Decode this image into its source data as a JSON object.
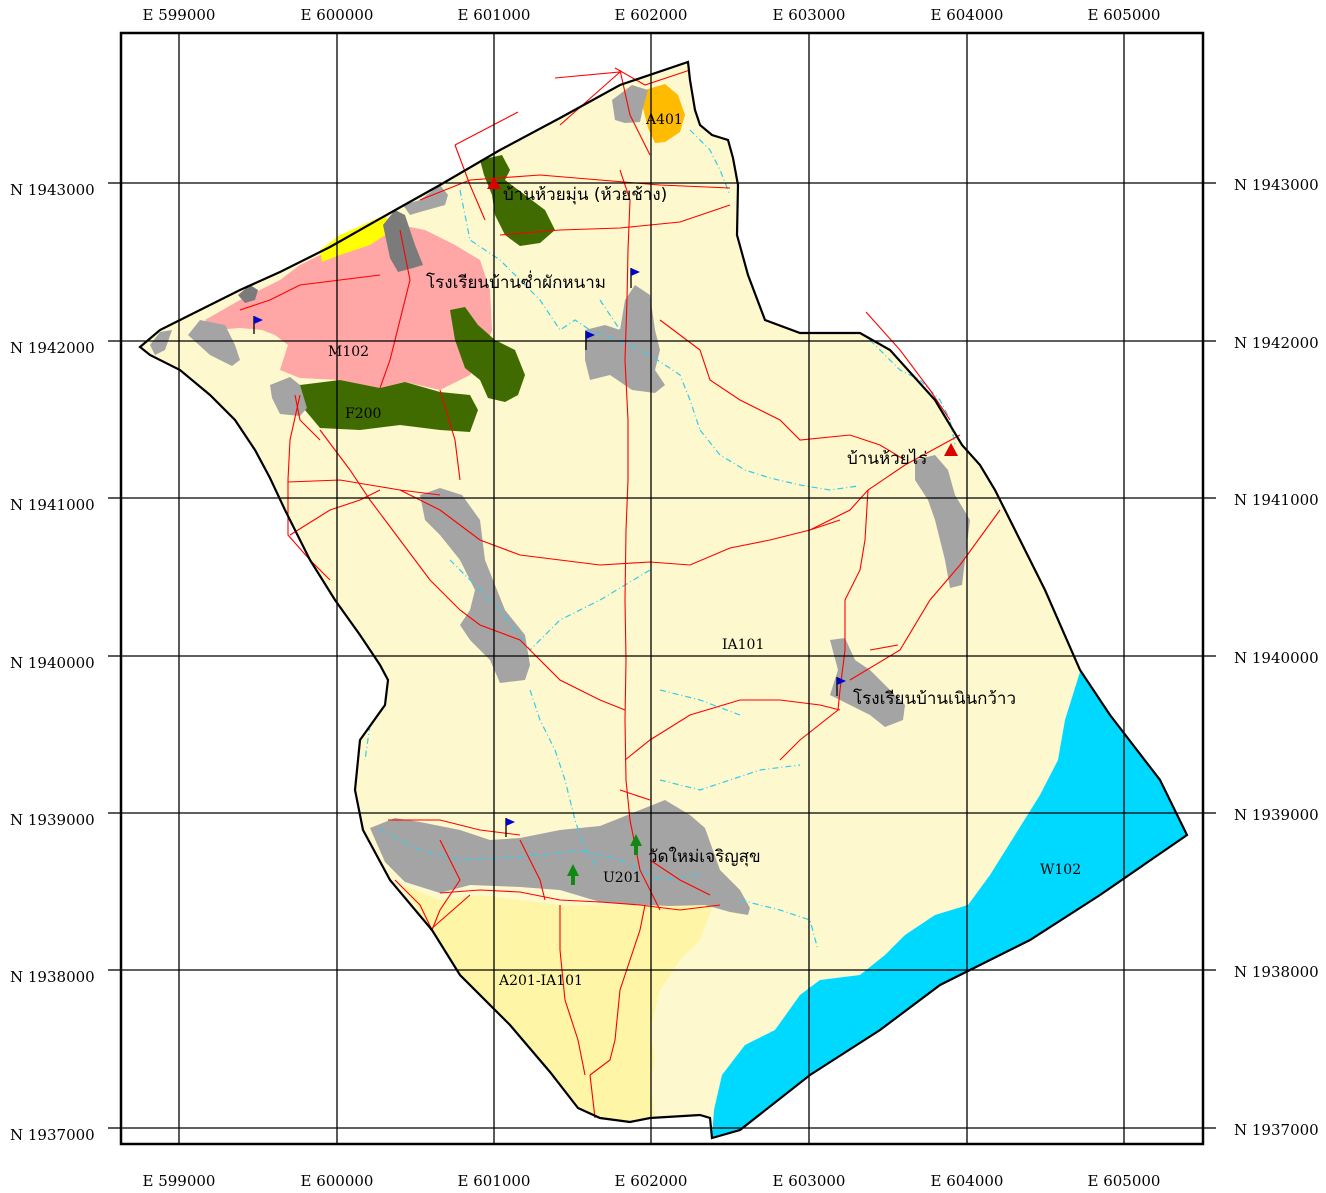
{
  "grid": {
    "easting_labels": [
      "E 599000",
      "E 600000",
      "E 601000",
      "E 602000",
      "E 603000",
      "E 604000",
      "E 605000"
    ],
    "northing_labels": [
      "N 1943000",
      "N 1942000",
      "N 1941000",
      "N 1940000",
      "N 1939000",
      "N 1938000",
      "N 1937000"
    ]
  },
  "map_units": [
    "A401",
    "M102",
    "F200",
    "IA101",
    "U201",
    "A201-IA101",
    "W102"
  ],
  "places": [
    {
      "name": "บ้านห้วยมุ่น (ห้วยช้าง)",
      "type": "village"
    },
    {
      "name": "โรงเรียนบ้านซ่ำผักหนาม",
      "type": "school"
    },
    {
      "name": "บ้านห้วยไร่",
      "type": "village"
    },
    {
      "name": "โรงเรียนบ้านเนินกว้าว",
      "type": "school"
    },
    {
      "name": "วัดใหม่เจริญสุข",
      "type": "temple"
    }
  ],
  "colors": {
    "upland": "#fdf8cd",
    "agri_A201": "#fff5a6",
    "settlement_U201": "#a4a4a4",
    "forest_F200": "#3f6b00",
    "mixed_M102": "#ffa6a6",
    "orchard_A401": "#ffbb00",
    "yellow_patch": "#ffff00",
    "water_W102": "#00d9ff",
    "roads": "#ff0000",
    "streams": "#33ccee"
  }
}
